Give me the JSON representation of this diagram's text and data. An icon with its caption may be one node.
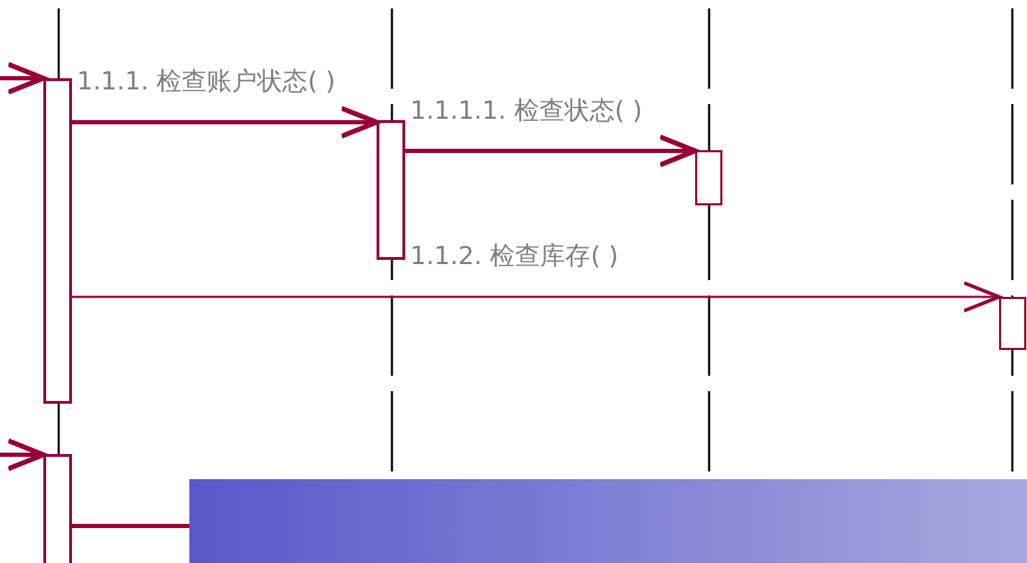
{
  "diagram": {
    "nodes": [
      {
        "text": [],
        "shape": "bar"
      },
      {
        "text": [],
        "shape": "bar"
      },
      {
        "text": [],
        "shape": "bar"
      },
      {
        "text": [],
        "shape": "bar"
      },
      {
        "text": [],
        "shape": "bar"
      }
    ],
    "edges": [
      {
        "from": null,
        "to": 0,
        "arrow": "to"
      },
      {
        "from": 0,
        "to": 1,
        "arrow": "to",
        "label": "1.1.1. 检查账户状态( )"
      },
      {
        "from": 1,
        "to": 2,
        "arrow": "to",
        "label": "1.1.1.1. 检查状态( )"
      },
      {
        "from": 0,
        "to": 3,
        "arrow": "to",
        "label": "1.1.2. 检查库存( )"
      },
      {
        "from": null,
        "to": 4,
        "arrow": "to"
      },
      {
        "from": 4,
        "to": null,
        "arrow": "none"
      }
    ]
  }
}
